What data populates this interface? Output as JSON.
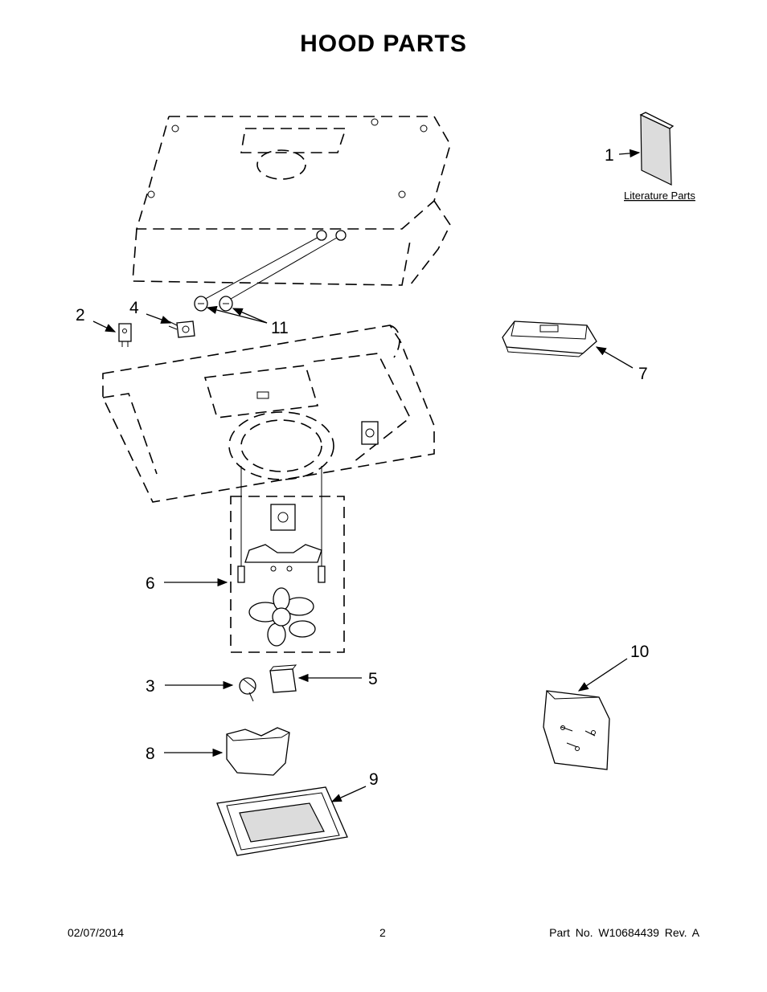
{
  "page": {
    "title": "HOOD PARTS",
    "literature_label": "Literature Parts"
  },
  "callouts": {
    "c1": "1",
    "c2": "2",
    "c3": "3",
    "c4": "4",
    "c5": "5",
    "c6": "6",
    "c7": "7",
    "c8": "8",
    "c9": "9",
    "c10": "10",
    "c11": "11"
  },
  "footer": {
    "date": "02/07/2014",
    "page_number": "2",
    "part_number": "Part No.  W10684439  Rev.  A"
  }
}
